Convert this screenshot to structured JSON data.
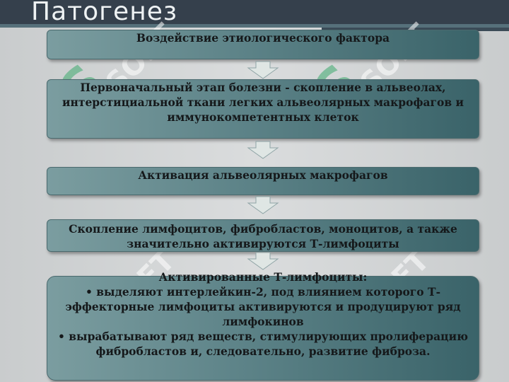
{
  "slide": {
    "title": "Патогенез"
  },
  "flow": {
    "step1": "Воздействие этиологического фактора",
    "step2": "Первоначальный этап болезни - скопление в альвеолах, интерстициальной ткани легких альвеолярных макрофагов и иммунокомпетентных клеток",
    "step3": "Активация альвеолярных макрофагов",
    "step4": "Скопление лимфоцитов, фибробластов, моноцитов, а также значительно активируются Т-лимфоциты",
    "step5": {
      "heading": "Активированные Т-лимфоциты:",
      "bullets": [
        "• выделяют интерлейкин-2, под влиянием которого Т-эффекторные лимфоциты активируются и продуцируют ряд лимфокинов",
        "• вырабатывают ряд веществ, стимулирующих пролиферацию фибробластов и, следовательно, развитие фиброза."
      ]
    }
  },
  "colors": {
    "header_bar": "#35404c",
    "box_gradient_start": "#7b9da0",
    "box_gradient_end": "#3a6369",
    "arrow_fill": "#dfe6e4"
  },
  "watermark": {
    "text": "SOFT",
    "icon": "s-logo-icon"
  }
}
